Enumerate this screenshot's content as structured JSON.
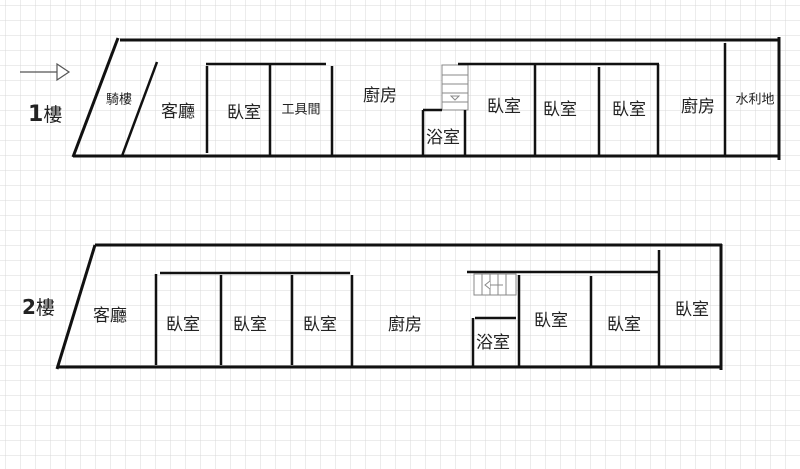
{
  "floor1": {
    "label_num": "1",
    "label_suffix": "樓",
    "rooms": [
      "騎樓",
      "客廳",
      "臥室",
      "工具間",
      "廚房",
      "浴室",
      "臥室",
      "臥室",
      "臥室",
      "廚房",
      "水利地"
    ]
  },
  "floor2": {
    "label_num": "2",
    "label_suffix": "樓",
    "rooms": [
      "客廳",
      "臥室",
      "臥室",
      "臥室",
      "廚房",
      "浴室",
      "臥室",
      "臥室",
      "臥室"
    ]
  }
}
